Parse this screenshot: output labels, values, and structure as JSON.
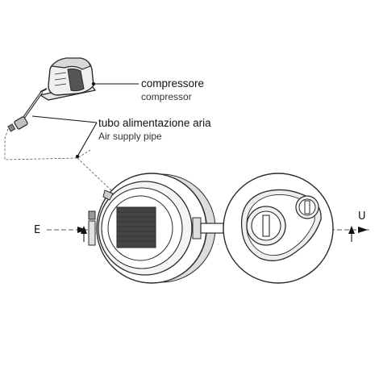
{
  "labels": {
    "compressor_it": "compressore",
    "compressor_en": "compressor",
    "pipe_it": "tubo alimentazione aria",
    "pipe_en": "Air supply pipe",
    "inlet": "E",
    "outlet": "U"
  },
  "colors": {
    "line": "#2a2a2a",
    "fill_light": "#eeeeee",
    "fill_mid": "#cfcfcf",
    "fill_dark": "#555555",
    "solar_panel": "#444444",
    "text": "#111111"
  },
  "icons": {
    "compressor": "air-compressor-icon",
    "solar_panel": "solar-panel-icon",
    "arrow": "flow-arrow-icon"
  }
}
